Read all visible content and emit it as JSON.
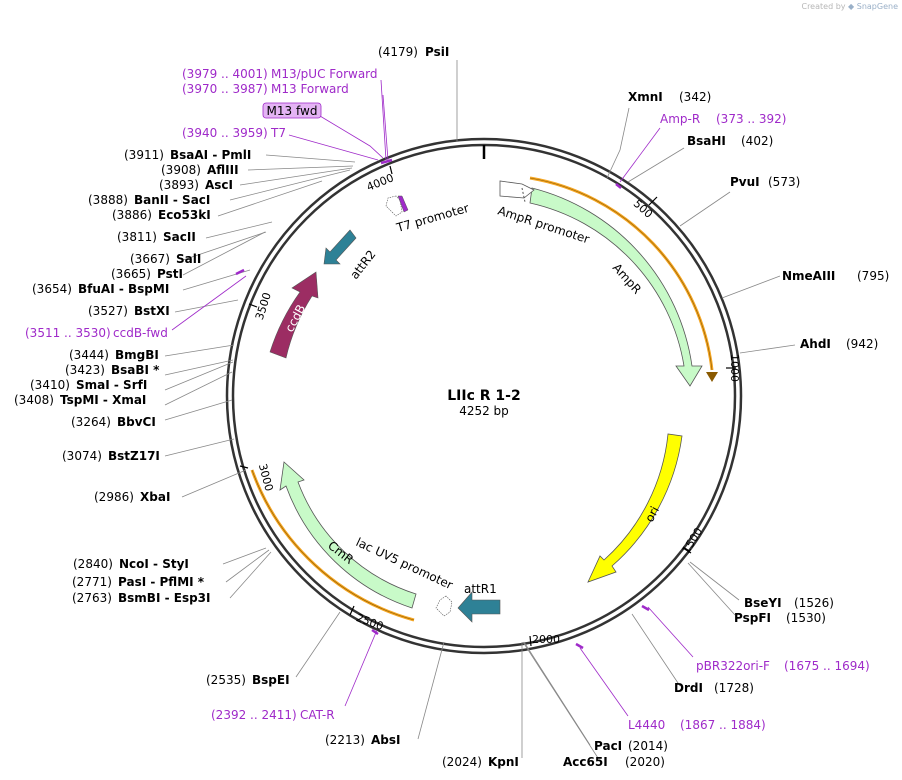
{
  "app": {
    "credit_prefix": "Created by",
    "credit_brand": "SnapGene"
  },
  "plasmid": {
    "name": "LIIc R 1-2",
    "length": "4252 bp"
  },
  "ticks": [
    "500",
    "1000",
    "1500",
    "2000",
    "2500",
    "3000",
    "3500",
    "4000"
  ],
  "features": {
    "ampr_promoter": "AmpR promoter",
    "ampr": "AmpR",
    "ori": "ori",
    "lac_uv5": "lac UV5 promoter",
    "attr1": "attR1",
    "cmr": "CmR",
    "ccdb": "ccdB",
    "attr2": "attR2",
    "t7_promoter": "T7 promoter"
  },
  "enzymes": {
    "psi": {
      "pos": "(4179)",
      "name": "PsiI"
    },
    "xmn": {
      "pos": "(342)",
      "name": "XmnI"
    },
    "bsahi": {
      "pos": "(402)",
      "name": "BsaHI"
    },
    "pvu": {
      "pos": "(573)",
      "name": "PvuI"
    },
    "nmea": {
      "pos": "(795)",
      "name": "NmeAIII"
    },
    "ahd": {
      "pos": "(942)",
      "name": "AhdI"
    },
    "bsey": {
      "pos": "(1526)",
      "name": "BseYI"
    },
    "pspf": {
      "pos": "(1530)",
      "name": "PspFI"
    },
    "drd": {
      "pos": "(1728)",
      "name": "DrdI"
    },
    "pac": {
      "pos": "(2014)",
      "name": "PacI"
    },
    "acc65": {
      "pos": "(2020)",
      "name": "Acc65I"
    },
    "kpn": {
      "pos": "(2024)",
      "name": "KpnI"
    },
    "abs": {
      "pos": "(2213)",
      "name": "AbsI"
    },
    "bspe": {
      "pos": "(2535)",
      "name": "BspEI"
    },
    "bsmb": {
      "pos": "(2763)",
      "name": "BsmBI  -  Esp3I"
    },
    "pas": {
      "pos": "(2771)",
      "name": "PasI  -  PflMI *"
    },
    "nco": {
      "pos": "(2840)",
      "name": "NcoI  -  StyI"
    },
    "xba": {
      "pos": "(2986)",
      "name": "XbaI"
    },
    "bstz": {
      "pos": "(3074)",
      "name": "BstZ17I"
    },
    "bbvc": {
      "pos": "(3264)",
      "name": "BbvCI"
    },
    "tspm": {
      "pos": "(3408)",
      "name": "TspMI  -  XmaI"
    },
    "sma": {
      "pos": "(3410)",
      "name": "SmaI  -  SrfI"
    },
    "bsab": {
      "pos": "(3423)",
      "name": "BsaBI *"
    },
    "bmgb": {
      "pos": "(3444)",
      "name": "BmgBI"
    },
    "bstx": {
      "pos": "(3527)",
      "name": "BstXI"
    },
    "bfua": {
      "pos": "(3654)",
      "name": "BfuAI  -  BspMI"
    },
    "pst": {
      "pos": "(3665)",
      "name": "PstI"
    },
    "sal": {
      "pos": "(3667)",
      "name": "SalI"
    },
    "sac2": {
      "pos": "(3811)",
      "name": "SacII"
    },
    "eco53": {
      "pos": "(3886)",
      "name": "Eco53kI"
    },
    "ban2": {
      "pos": "(3888)",
      "name": "BanII  -  SacI"
    },
    "asc": {
      "pos": "(3893)",
      "name": "AscI"
    },
    "afl3": {
      "pos": "(3908)",
      "name": "AflIII"
    },
    "bsaa": {
      "pos": "(3911)",
      "name": "BsaAI  -  PmlI"
    }
  },
  "primers": {
    "m13puc": {
      "pos": "(3979 .. 4001)",
      "name": "M13/pUC Forward"
    },
    "m13f": {
      "pos": "(3970 .. 3987)",
      "name": "M13 Forward"
    },
    "m13fwd": "M13 fwd",
    "t7": {
      "pos": "(3940 .. 3959)",
      "name": "T7"
    },
    "ampr": {
      "name": "Amp-R",
      "pos": "(373 .. 392)"
    },
    "ccdbfwd": {
      "pos": "(3511 .. 3530)",
      "name": "ccdB-fwd"
    },
    "pbr322": {
      "name": "pBR322ori-F",
      "pos": "(1675 .. 1694)"
    },
    "l4440": {
      "name": "L4440",
      "pos": "(1867 .. 1884)"
    },
    "catr": {
      "pos": "(2392 .. 2411)",
      "name": "CAT-R"
    }
  },
  "colors": {
    "ampr": "#c8fac8",
    "ori": "#ffff00",
    "attr": "#2e8196",
    "ccdb": "#9c2d63",
    "promoter": "#ffffff",
    "primer": "#9f2ac9",
    "orange": "#f5a623"
  }
}
